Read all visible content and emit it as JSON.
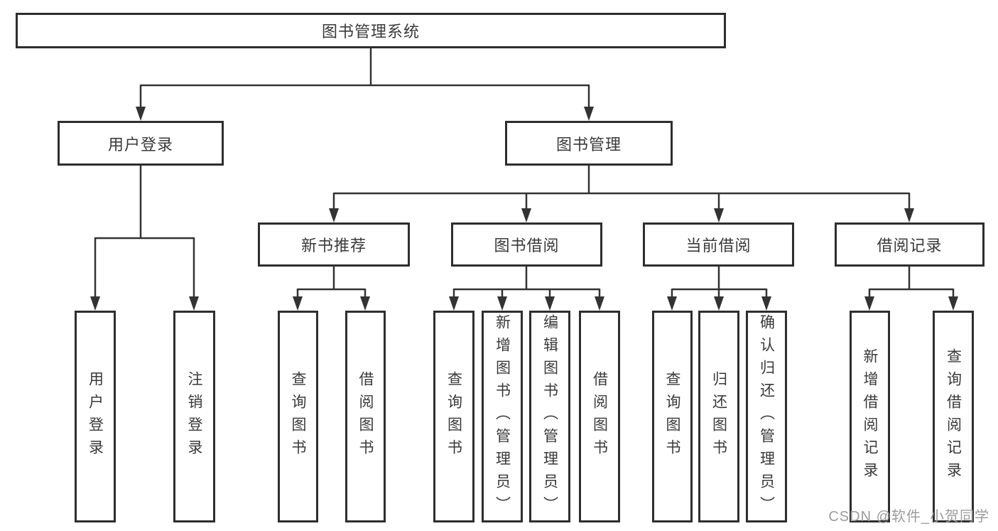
{
  "diagram": {
    "title": "图书管理系统",
    "nodes": {
      "root": {
        "label": "图书管理系统"
      },
      "level2": [
        {
          "label": "用户登录"
        },
        {
          "label": "图书管理"
        }
      ],
      "level3": [
        {
          "label": "新书推荐",
          "parent": "图书管理"
        },
        {
          "label": "图书借阅",
          "parent": "图书管理"
        },
        {
          "label": "当前借阅",
          "parent": "图书管理"
        },
        {
          "label": "借阅记录",
          "parent": "图书管理"
        }
      ],
      "leaves": [
        {
          "label": "用户登录",
          "parent": "用户登录"
        },
        {
          "label": "注销登录",
          "parent": "用户登录"
        },
        {
          "label": "查询图书",
          "parent": "新书推荐"
        },
        {
          "label": "借阅图书",
          "parent": "新书推荐"
        },
        {
          "label": "查询图书",
          "parent": "图书借阅"
        },
        {
          "label": "新增图书（管理员）",
          "parent": "图书借阅"
        },
        {
          "label": "编辑图书（管理员）",
          "parent": "图书借阅"
        },
        {
          "label": "借阅图书",
          "parent": "图书借阅"
        },
        {
          "label": "查询图书",
          "parent": "当前借阅"
        },
        {
          "label": "归还图书",
          "parent": "当前借阅"
        },
        {
          "label": "确认归还（管理员）",
          "parent": "当前借阅"
        },
        {
          "label": "新增借阅记录",
          "parent": "借阅记录"
        },
        {
          "label": "查询借阅记录",
          "parent": "借阅记录"
        }
      ]
    }
  },
  "watermark": {
    "text": "CSDN @软件_小贺同学"
  },
  "colors": {
    "line": "#333333",
    "border": "#2e2e2e",
    "text": "#3a3a3a",
    "background": "#ffffff",
    "watermark": "#9c9c9c"
  }
}
